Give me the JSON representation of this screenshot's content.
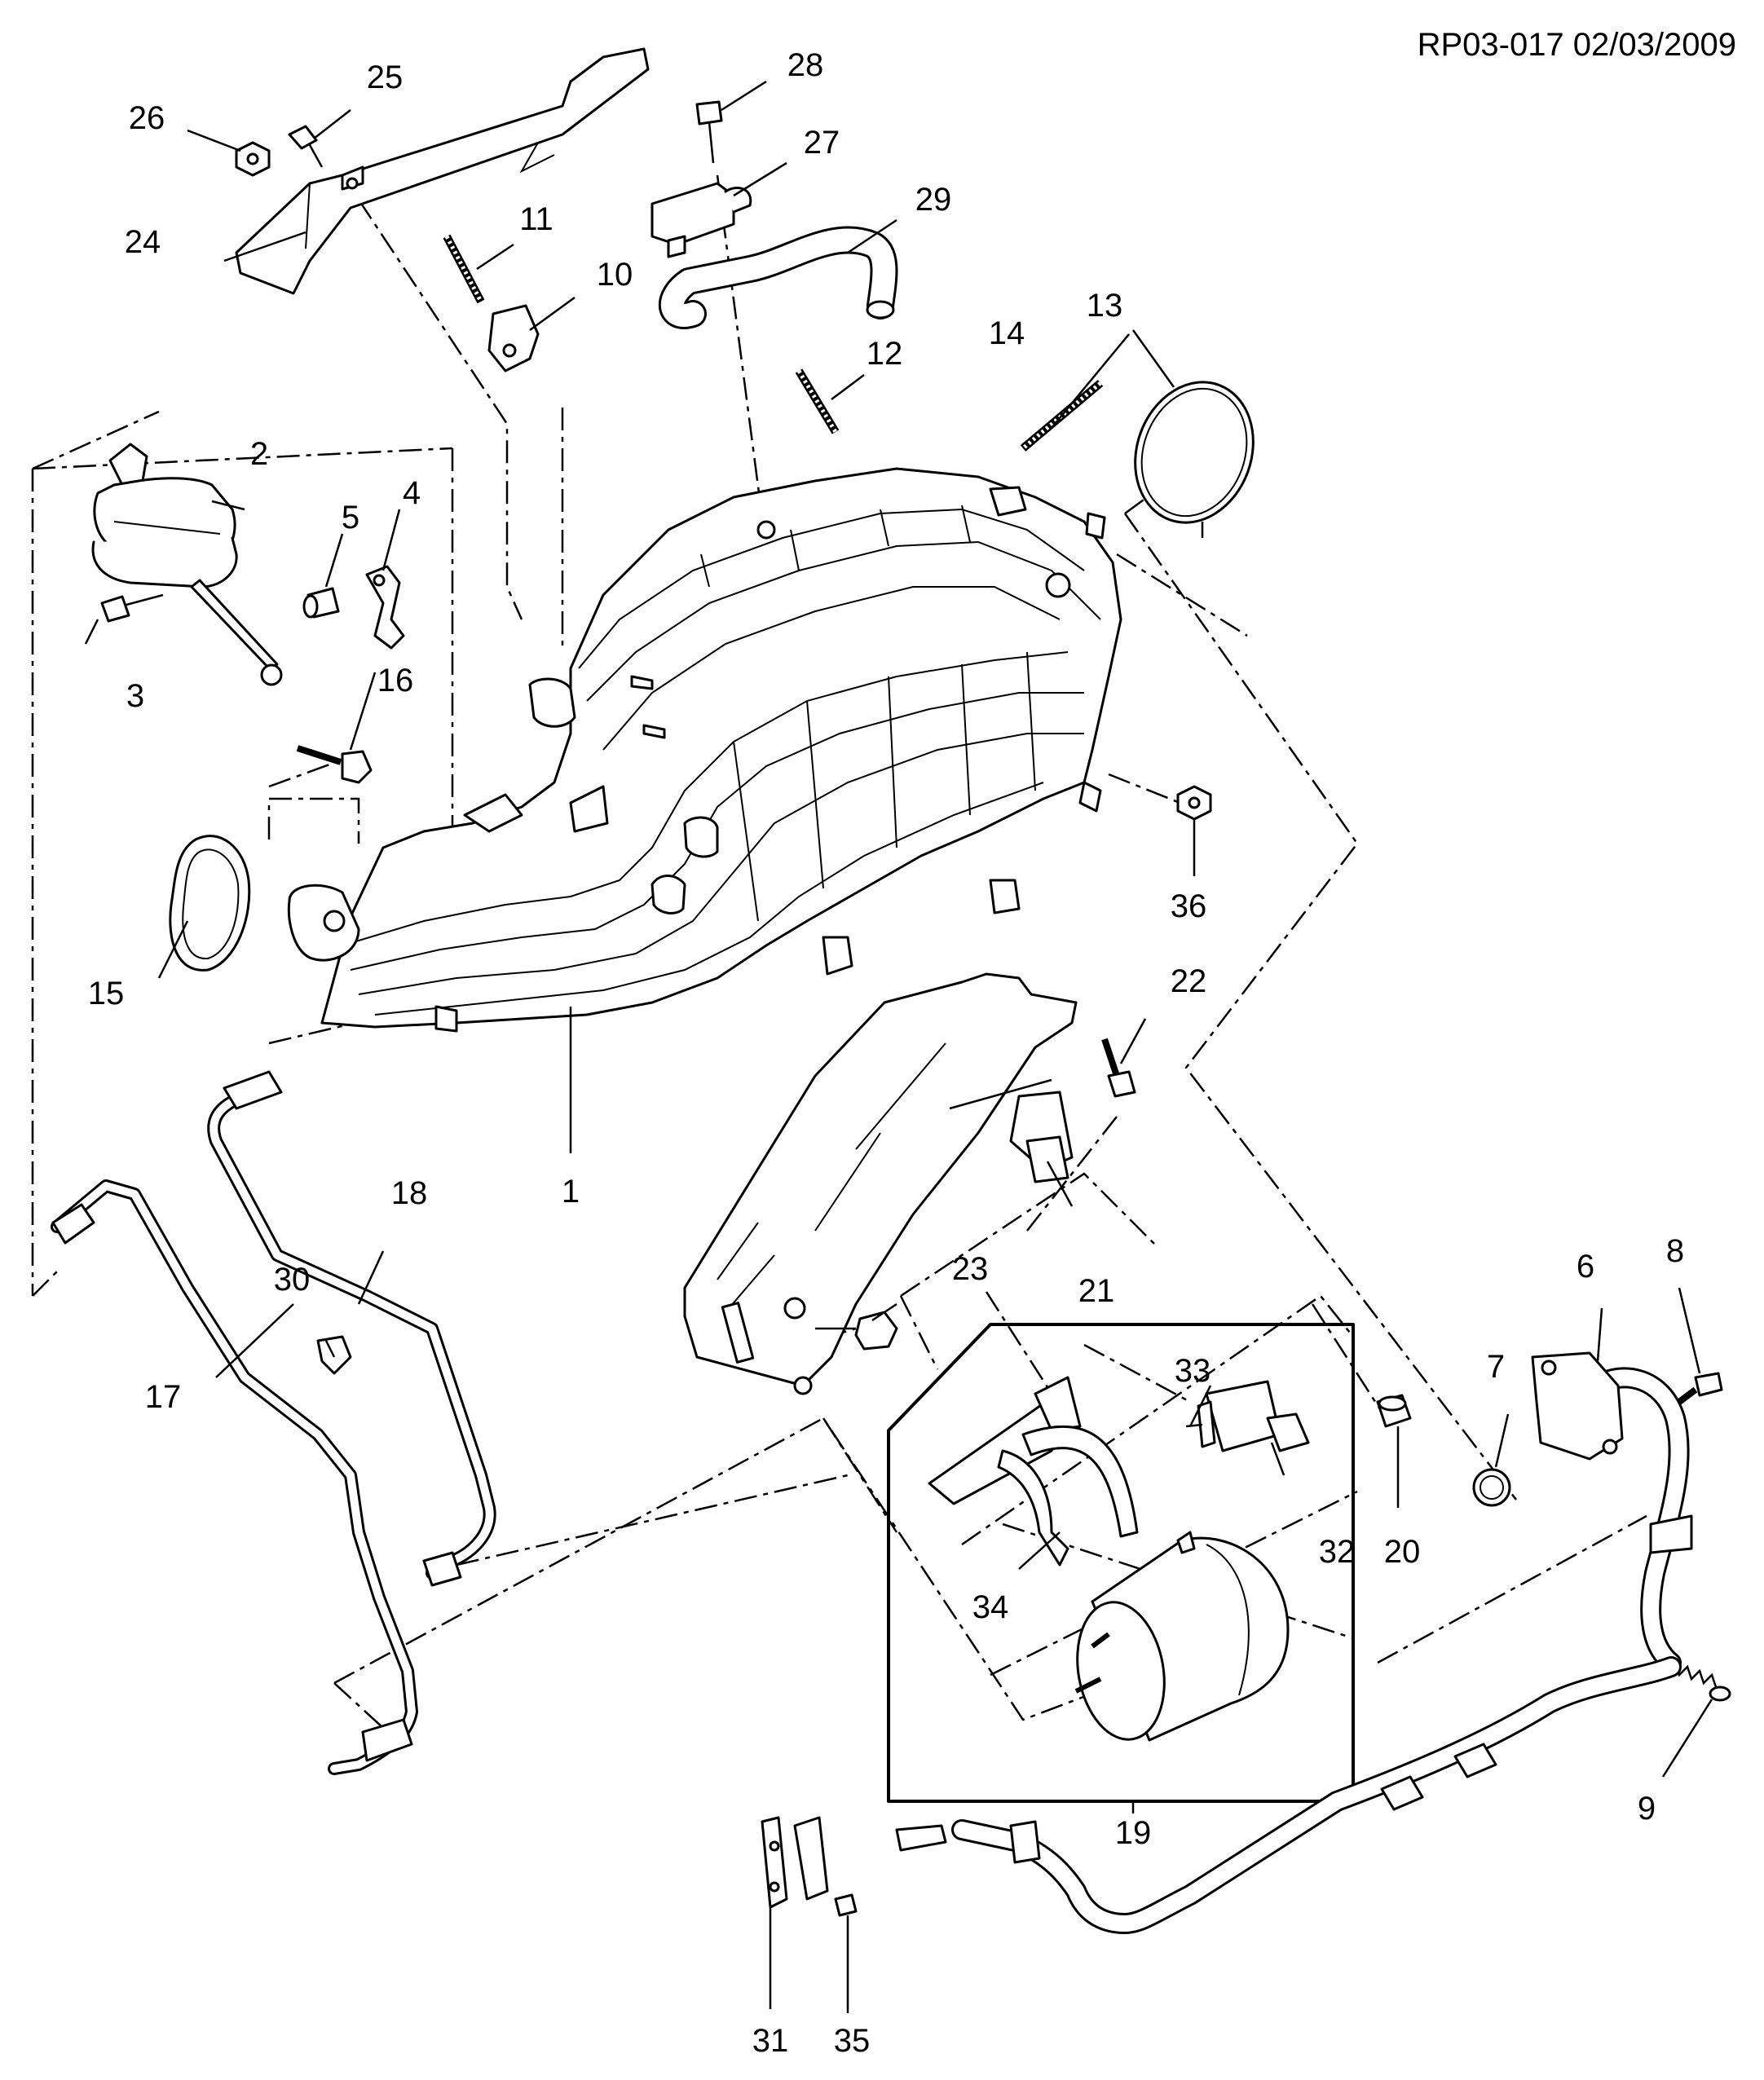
{
  "reference": "RP03-017 02/03/2009",
  "callouts": [
    "1",
    "2",
    "3",
    "4",
    "5",
    "6",
    "7",
    "8",
    "9",
    "10",
    "11",
    "12",
    "13",
    "14",
    "15",
    "16",
    "17",
    "18",
    "19",
    "20",
    "21",
    "22",
    "23",
    "24",
    "25",
    "26",
    "27",
    "28",
    "29",
    "30",
    "31",
    "32",
    "33",
    "34",
    "35",
    "36"
  ]
}
